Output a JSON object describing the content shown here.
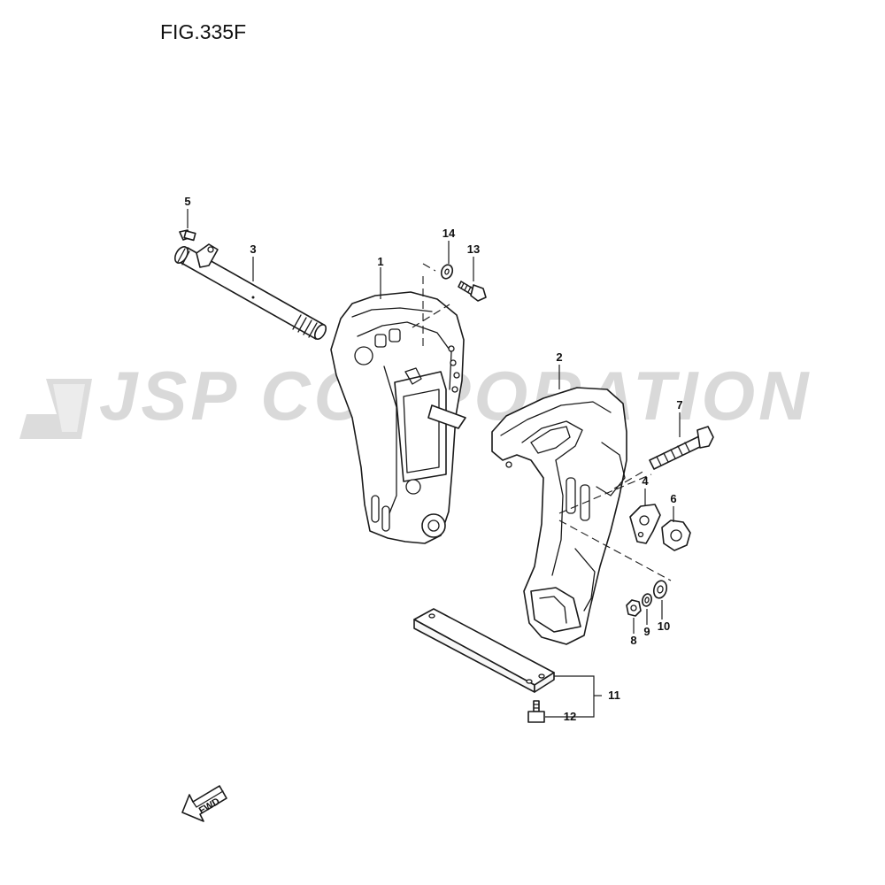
{
  "figure": {
    "title": "FIG.335F"
  },
  "watermark": {
    "text": "JSP CORPORATION",
    "logo_icon": "jsp-logo-icon",
    "color": "#d9d9d9"
  },
  "callouts": [
    "1",
    "2",
    "3",
    "4",
    "5",
    "6",
    "7",
    "8",
    "9",
    "10",
    "11",
    "12",
    "13",
    "14"
  ],
  "direction_arrow": {
    "label": "FWD",
    "icon": "forward-arrow-icon"
  },
  "colors": {
    "line": "#1a1a1a",
    "background": "#ffffff"
  }
}
